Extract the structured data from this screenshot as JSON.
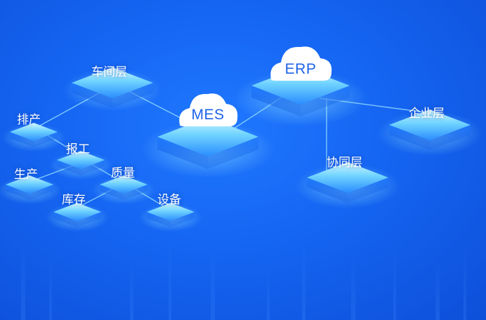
{
  "diagram": {
    "nodes": {
      "workshop": {
        "label": "车间层"
      },
      "scheduling": {
        "label": "排产"
      },
      "reporting": {
        "label": "报工"
      },
      "production": {
        "label": "生产"
      },
      "quality": {
        "label": "质量"
      },
      "inventory": {
        "label": "库存"
      },
      "equipment": {
        "label": "设备"
      },
      "mes": {
        "label": "MES"
      },
      "erp": {
        "label": "ERP"
      },
      "enterprise": {
        "label": "企业层"
      },
      "collaboration": {
        "label": "协同层"
      }
    },
    "colors": {
      "background": "#1565f2",
      "tile_top": "#7ee0ff",
      "tile_glow": "#b8f2ff",
      "connector": "#8fd8ff",
      "cloud": "#ffffff",
      "cloud_text": "#1d63e8"
    }
  }
}
